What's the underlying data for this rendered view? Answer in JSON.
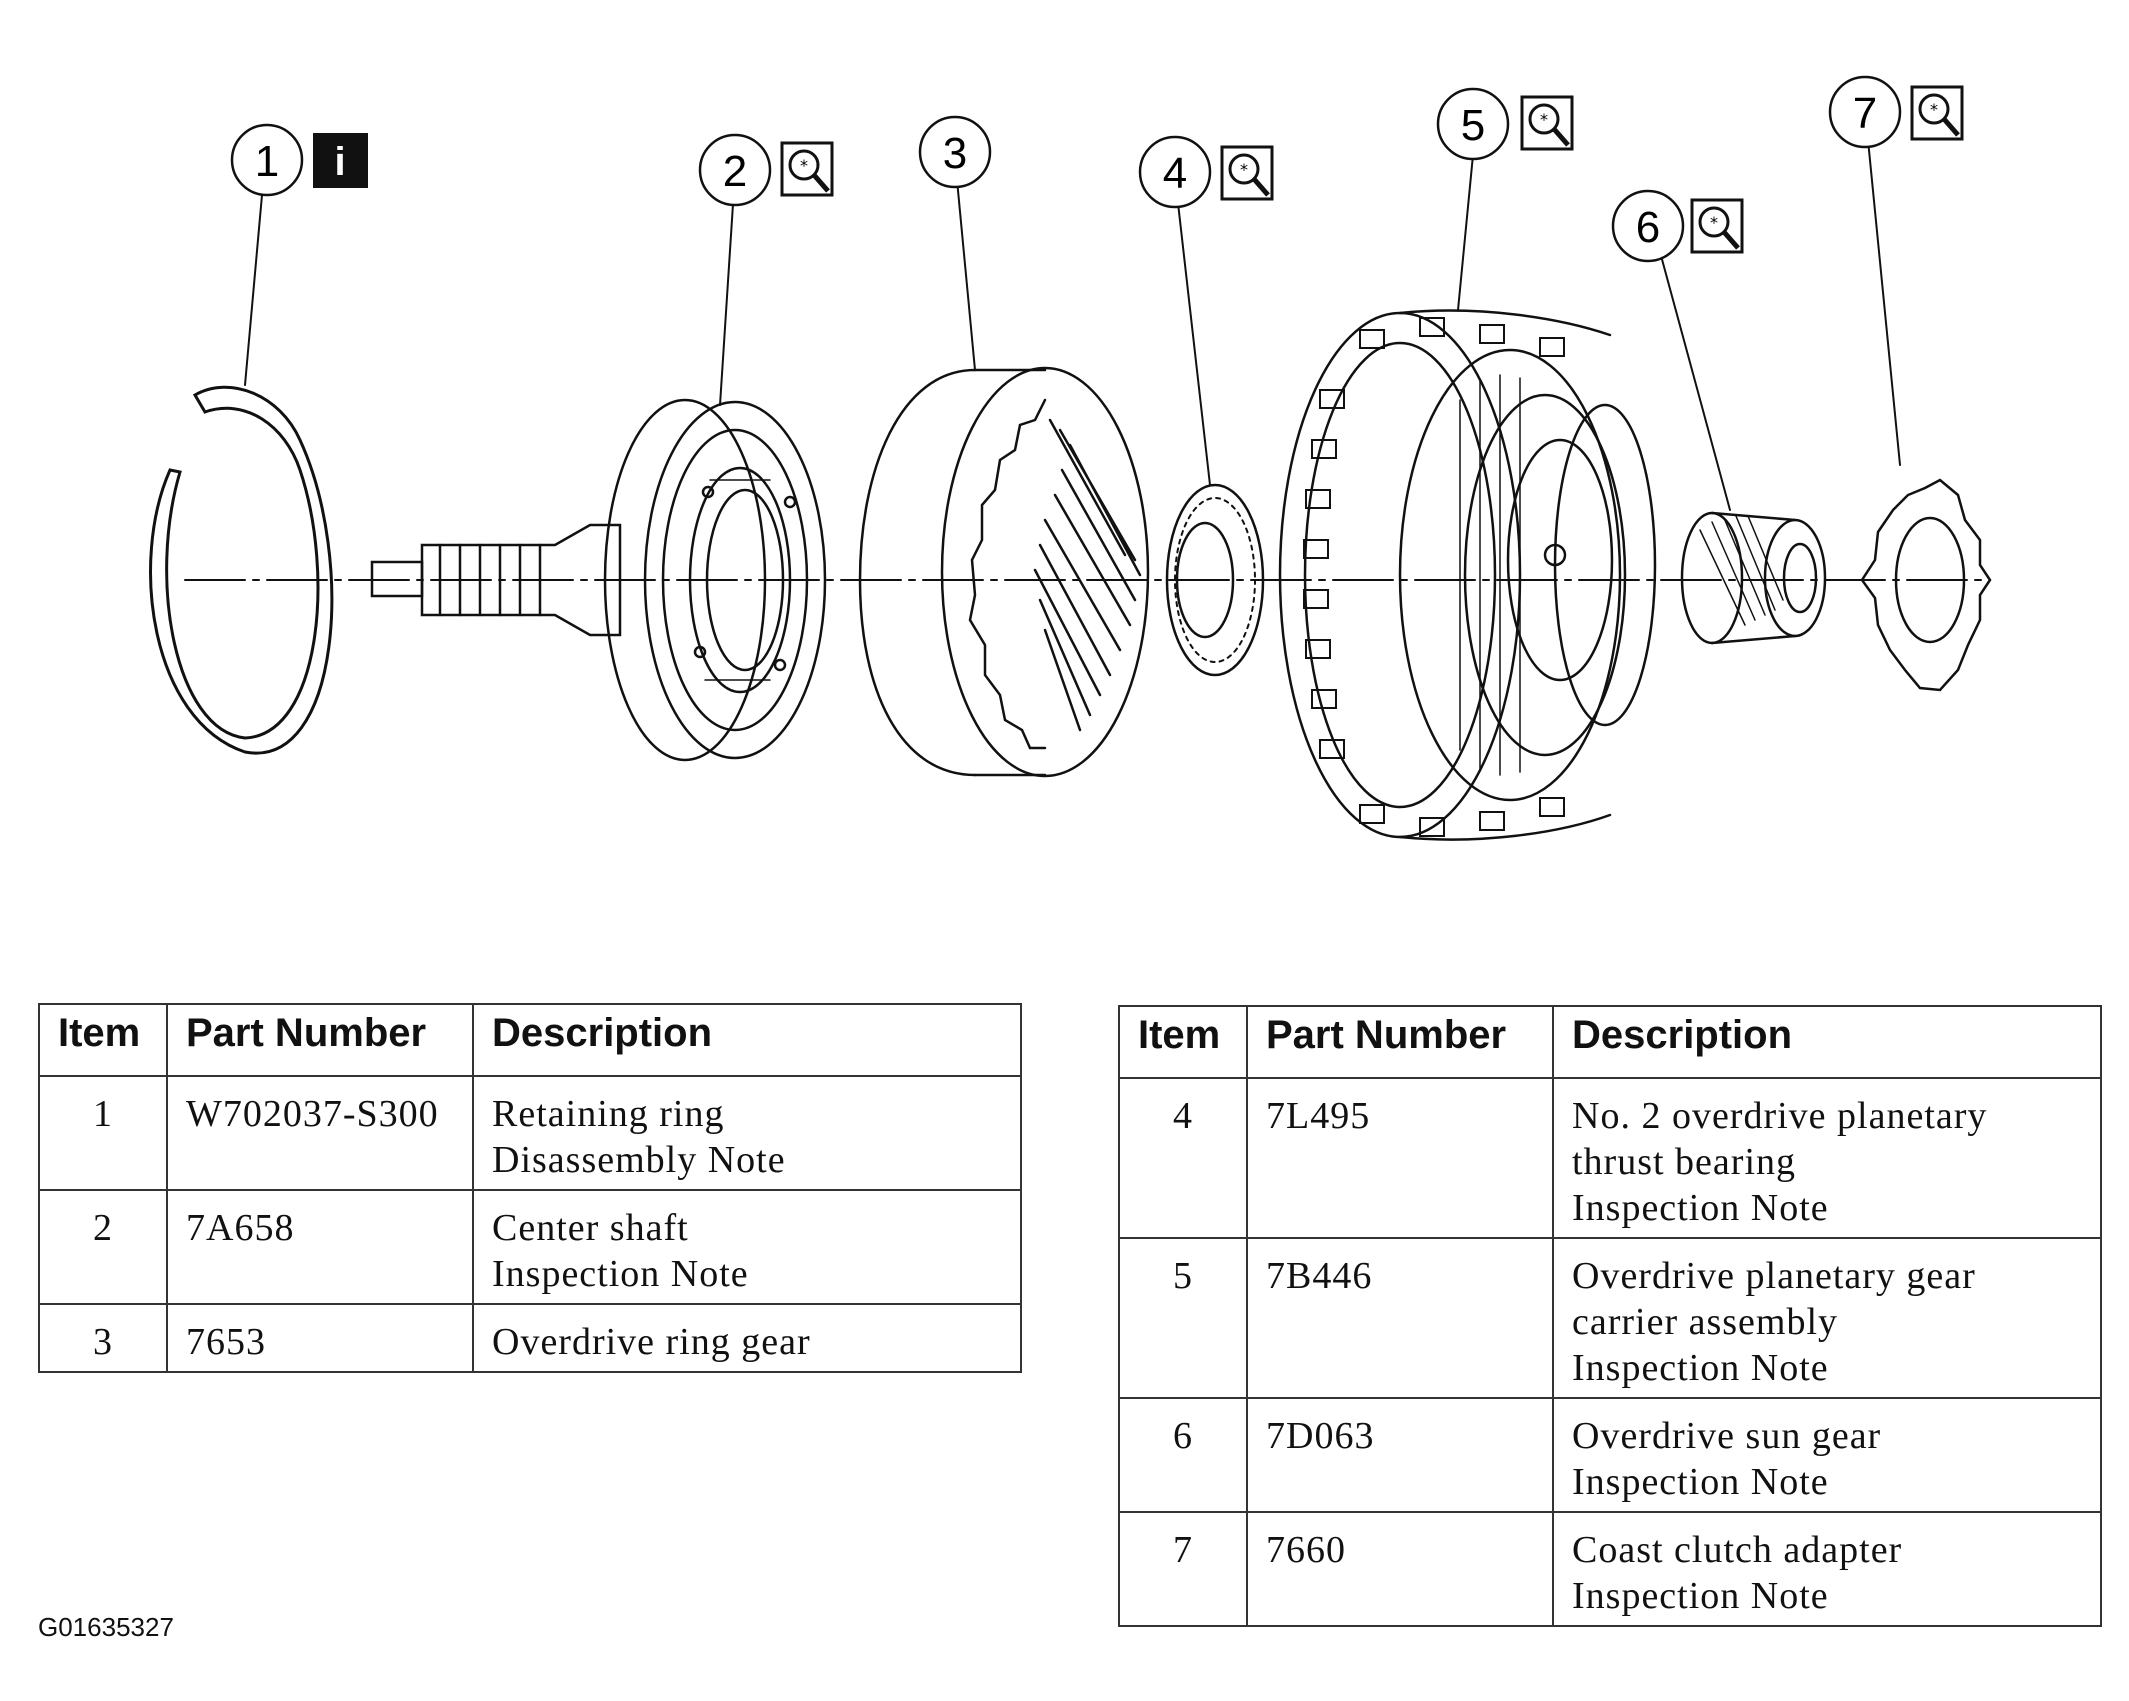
{
  "callouts": [
    {
      "n": "1",
      "icon": "info"
    },
    {
      "n": "2",
      "icon": "magnifier"
    },
    {
      "n": "3",
      "icon": ""
    },
    {
      "n": "4",
      "icon": "magnifier"
    },
    {
      "n": "5",
      "icon": "magnifier"
    },
    {
      "n": "6",
      "icon": "magnifier"
    },
    {
      "n": "7",
      "icon": "magnifier"
    }
  ],
  "info_icon_glyph": "i",
  "tables": {
    "headers": {
      "item": "Item",
      "part_number": "Part Number",
      "description": "Description"
    },
    "left": [
      {
        "item": "1",
        "part": "W702037-S300",
        "desc": [
          "Retaining ring",
          "Disassembly Note"
        ]
      },
      {
        "item": "2",
        "part": "7A658",
        "desc": [
          "Center shaft",
          "Inspection Note"
        ]
      },
      {
        "item": "3",
        "part": "7653",
        "desc": [
          "Overdrive ring gear"
        ]
      }
    ],
    "right": [
      {
        "item": "4",
        "part": "7L495",
        "desc": [
          "No. 2 overdrive planetary",
          "thrust bearing",
          "Inspection Note"
        ]
      },
      {
        "item": "5",
        "part": "7B446",
        "desc": [
          "Overdrive planetary gear",
          "carrier assembly",
          "Inspection Note"
        ]
      },
      {
        "item": "6",
        "part": "7D063",
        "desc": [
          "Overdrive sun gear",
          "Inspection Note"
        ]
      },
      {
        "item": "7",
        "part": "7660",
        "desc": [
          "Coast clutch adapter",
          "Inspection Note"
        ]
      }
    ]
  },
  "figure_id": "G01635327"
}
